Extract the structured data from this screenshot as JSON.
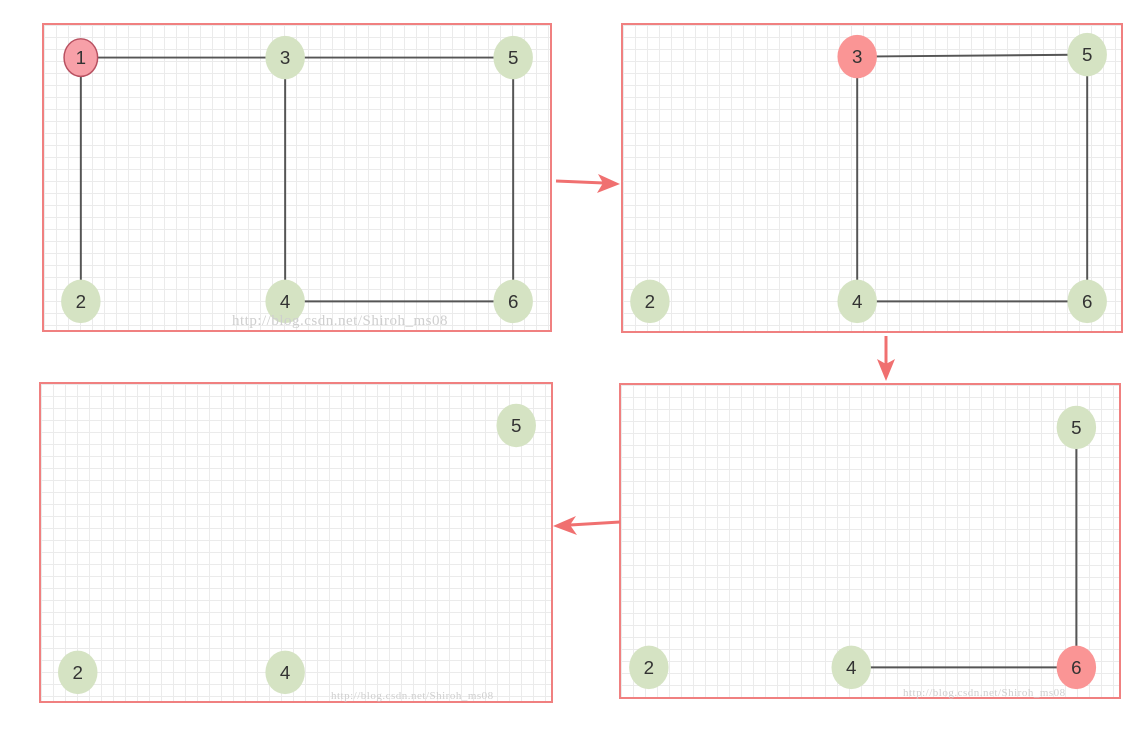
{
  "colors": {
    "frame": "#f08080",
    "node": "#d5e3c3",
    "active_node": "#fa9595",
    "start_node": "#f7a0a8",
    "edge": "#555555",
    "arrow": "#f07070",
    "grid": "#ebebeb"
  },
  "watermark": "http://blog.csdn.net/Shiroh_ms08",
  "panels": [
    {
      "id": "panel-1",
      "nodes": [
        {
          "id": "1",
          "label": "1",
          "state": "start"
        },
        {
          "id": "2",
          "label": "2",
          "state": "normal"
        },
        {
          "id": "3",
          "label": "3",
          "state": "normal"
        },
        {
          "id": "4",
          "label": "4",
          "state": "normal"
        },
        {
          "id": "5",
          "label": "5",
          "state": "normal"
        },
        {
          "id": "6",
          "label": "6",
          "state": "normal"
        }
      ],
      "edges": [
        [
          "1",
          "3"
        ],
        [
          "3",
          "5"
        ],
        [
          "1",
          "2"
        ],
        [
          "3",
          "4"
        ],
        [
          "5",
          "6"
        ],
        [
          "4",
          "6"
        ]
      ]
    },
    {
      "id": "panel-2",
      "nodes": [
        {
          "id": "2",
          "label": "2",
          "state": "normal"
        },
        {
          "id": "3",
          "label": "3",
          "state": "active"
        },
        {
          "id": "4",
          "label": "4",
          "state": "normal"
        },
        {
          "id": "5",
          "label": "5",
          "state": "normal"
        },
        {
          "id": "6",
          "label": "6",
          "state": "normal"
        }
      ],
      "edges": [
        [
          "3",
          "5"
        ],
        [
          "3",
          "4"
        ],
        [
          "5",
          "6"
        ],
        [
          "4",
          "6"
        ]
      ]
    },
    {
      "id": "panel-3",
      "nodes": [
        {
          "id": "2",
          "label": "2",
          "state": "normal"
        },
        {
          "id": "4",
          "label": "4",
          "state": "normal"
        },
        {
          "id": "5",
          "label": "5",
          "state": "normal"
        },
        {
          "id": "6",
          "label": "6",
          "state": "active"
        }
      ],
      "edges": [
        [
          "5",
          "6"
        ],
        [
          "4",
          "6"
        ]
      ]
    },
    {
      "id": "panel-4",
      "nodes": [
        {
          "id": "2",
          "label": "2",
          "state": "normal"
        },
        {
          "id": "4",
          "label": "4",
          "state": "normal"
        },
        {
          "id": "5",
          "label": "5",
          "state": "normal"
        }
      ],
      "edges": []
    }
  ],
  "arrows": [
    {
      "from": "panel-1",
      "to": "panel-2"
    },
    {
      "from": "panel-2",
      "to": "panel-3"
    },
    {
      "from": "panel-3",
      "to": "panel-4"
    }
  ]
}
